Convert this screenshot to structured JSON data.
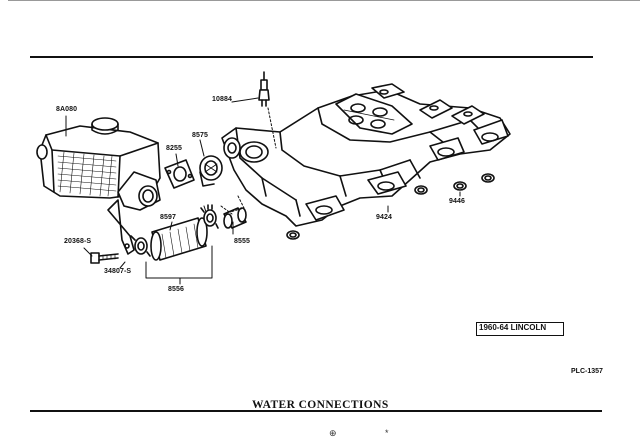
{
  "diagram": {
    "title": "WATER CONNECTIONS",
    "caption": "1960-64 LINCOLN",
    "plate_id": "PLC-1357",
    "part_numbers": {
      "p8a080": "8A080",
      "p10884": "10884",
      "p8575": "8575",
      "p8255": "8255",
      "p8597": "8597",
      "p8555": "8555",
      "p20368s": "20368-S",
      "p34807s": "34807-S",
      "p8556": "8556",
      "p9424": "9424",
      "p9446": "9446"
    },
    "footer_marks": [
      "⊕",
      "*"
    ]
  }
}
